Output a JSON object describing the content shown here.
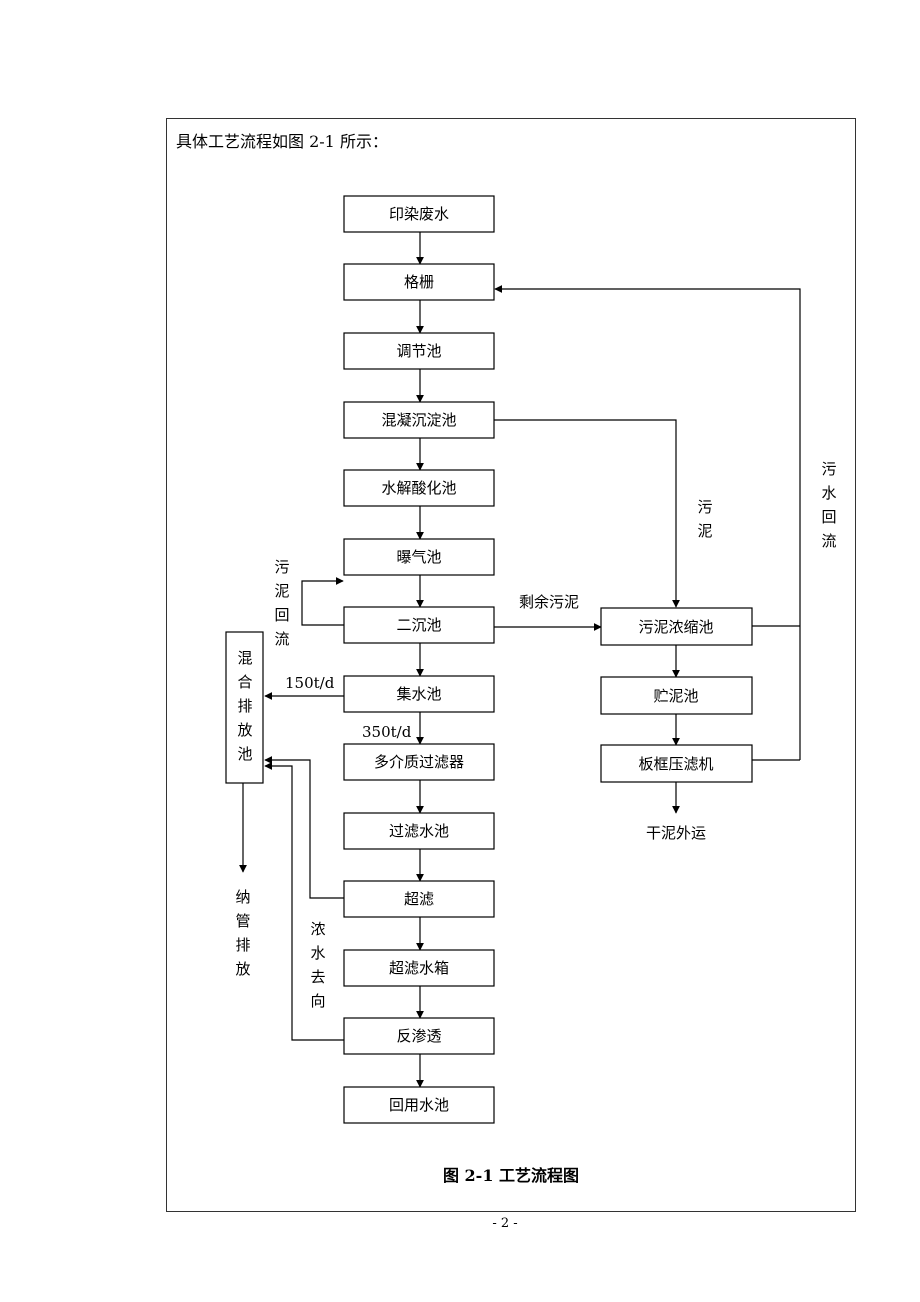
{
  "intro": "具体工艺流程如图 2-1 所示：",
  "caption": "图 2-1  工艺流程图",
  "page_number": "- 2 -",
  "nodes": {
    "wastewater": "印染废水",
    "grille": "格栅",
    "equalization": "调节池",
    "coagulation": "混凝沉淀池",
    "hydrolysis": "水解酸化池",
    "aeration": "曝气池",
    "secondary": "二沉池",
    "collection": "集水池",
    "multimedia": "多介质过滤器",
    "filtered": "过滤水池",
    "uf": "超滤",
    "uf_tank": "超滤水箱",
    "ro": "反渗透",
    "reuse": "回用水池",
    "thickener": "污泥浓缩池",
    "storage": "贮泥池",
    "press": "板框压滤机",
    "mixing": "混合排放池"
  },
  "labels": {
    "sludge": "污泥",
    "sludge_return": "污泥回流",
    "excess_sludge": "剩余污泥",
    "sewage_return": "污水回流",
    "flow_150": "150t/d",
    "flow_350": "350t/d",
    "concentrate": "浓水去向",
    "pipe_discharge": "纳管排放",
    "dry_sludge": "干泥外运"
  }
}
